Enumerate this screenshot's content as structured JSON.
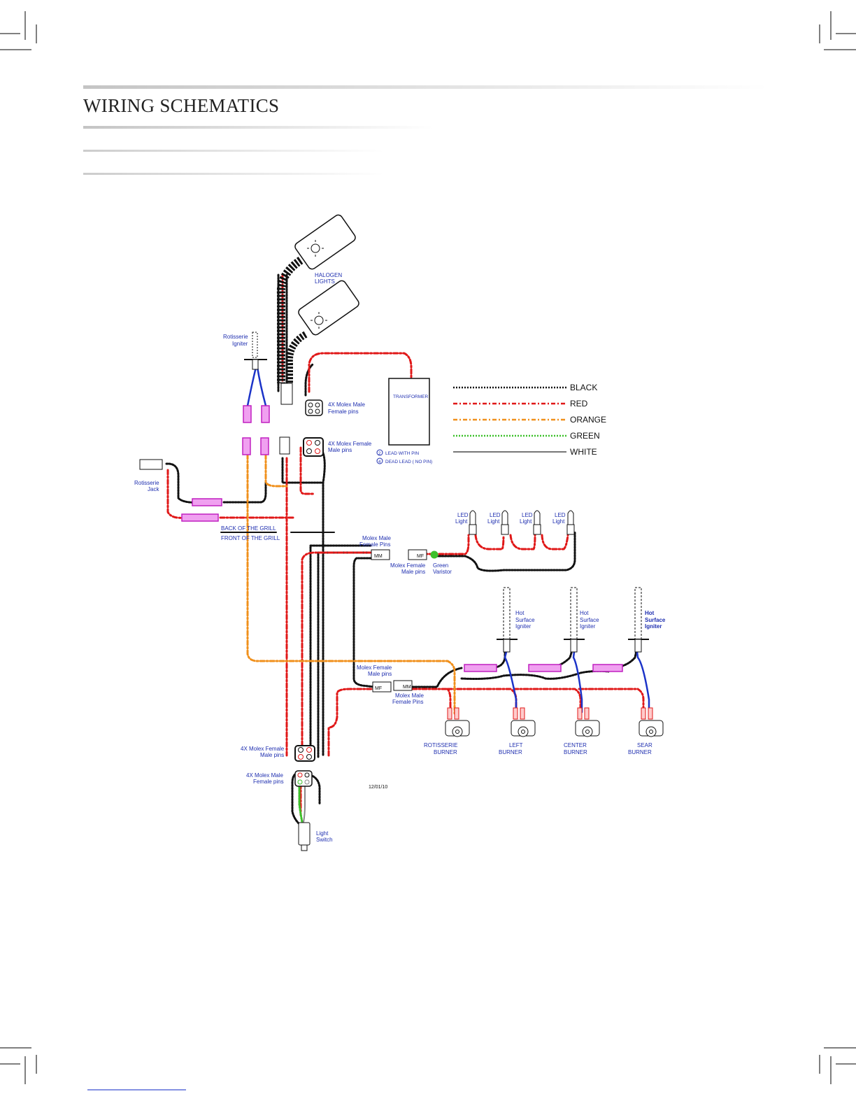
{
  "page": {
    "title": "WIRING SCHEMATICS"
  },
  "legend": [
    {
      "label": "BLACK",
      "color": "#111111",
      "dash": "2 2"
    },
    {
      "label": "RED",
      "color": "#e01818",
      "dash": "6 3 2 3"
    },
    {
      "label": "ORANGE",
      "color": "#f0901c",
      "dash": "6 3 2 3"
    },
    {
      "label": "GREEN",
      "color": "#3cc02a",
      "dash": "2 2"
    },
    {
      "label": "WHITE",
      "color": "#777777",
      "dash": ""
    }
  ],
  "labels": {
    "halogen": [
      "HALOGEN",
      "LIGHTS"
    ],
    "rot_igniter": [
      "Rotisserie",
      "Igniter"
    ],
    "molex_male_top": [
      "4X Molex Male",
      "Female pins"
    ],
    "molex_female_top": [
      "4X Molex Female",
      "Male pins"
    ],
    "transformer": "TRANSFORMER",
    "lead_pin": "LEAD WITH PIN",
    "dead_lead": "DEAD LEAD   ( NO PIN)",
    "rot_jack": [
      "Rotisserie",
      "Jack"
    ],
    "back_grill": "BACK OF THE GRILL",
    "front_grill": "FRONT OF THE GRILL",
    "molex_male_fp": [
      "Molex Male",
      "Female Pins"
    ],
    "molex_female_mp": [
      "Molex Female",
      "Male pins"
    ],
    "green_varistor": [
      "Green",
      "Varistor"
    ],
    "led": [
      "LED",
      "Light"
    ],
    "hot_surface": [
      "Hot",
      "Surface",
      "Igniter"
    ],
    "molex_female_mp2": [
      "Molex Female",
      "Male pins"
    ],
    "molex_male_fp2": [
      "Molex Male",
      "Female Pins"
    ],
    "molex_female_bottom": [
      "4X Molex Female",
      "Male pins"
    ],
    "molex_male_bottom": [
      "4X Molex Male",
      "Female pins"
    ],
    "date": "12/01/10",
    "light_switch": [
      "Light",
      "Switch"
    ],
    "burners": [
      [
        "ROTISSERIE",
        "BURNER"
      ],
      [
        "LEFT",
        "BURNER"
      ],
      [
        "CENTER",
        "BURNER"
      ],
      [
        "SEAR",
        "BURNER"
      ]
    ],
    "mm": "MM",
    "mf": "MF",
    "num2": "2",
    "num4": "4"
  }
}
